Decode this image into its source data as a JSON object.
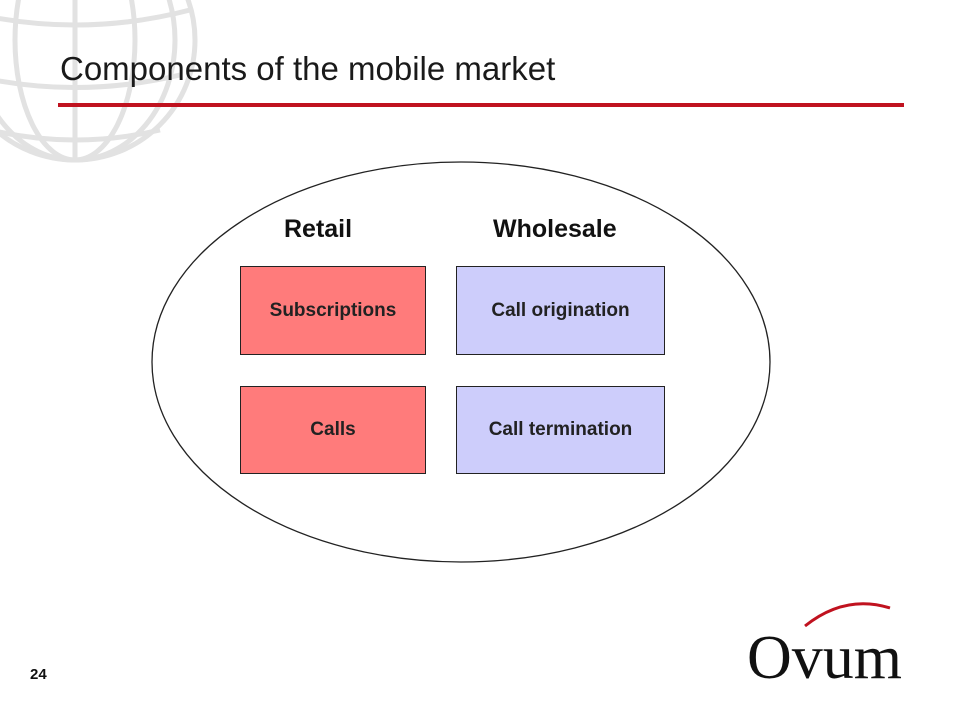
{
  "slide": {
    "title": "Components of the mobile market",
    "page_number": "24"
  },
  "diagram": {
    "columns": [
      {
        "heading": "Retail",
        "items": [
          "Subscriptions",
          "Calls"
        ]
      },
      {
        "heading": "Wholesale",
        "items": [
          "Call origination",
          "Call termination"
        ]
      }
    ]
  },
  "logo": {
    "text": "Ovum"
  },
  "colors": {
    "title_rule": "#c0121f",
    "retail_fill": "#ff7b7b",
    "wholesale_fill": "#cdcdfb",
    "logo_swoosh": "#c0121f"
  },
  "icons": {
    "background": "globe-icon"
  }
}
